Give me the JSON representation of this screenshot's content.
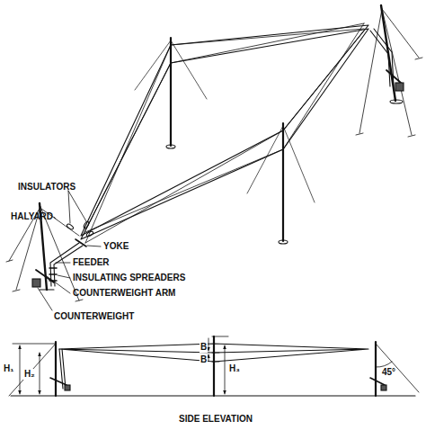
{
  "diagram": {
    "labels": [
      "INSULATORS",
      "HALYARD",
      "YOKE",
      "FEEDER",
      "INSULATING SPREADERS",
      "COUNTERWEIGHT ARM",
      "COUNTERWEIGHT",
      "H₁",
      "H₂",
      "H₃",
      "B",
      "B",
      "45°",
      "SIDE ELEVATION"
    ]
  }
}
